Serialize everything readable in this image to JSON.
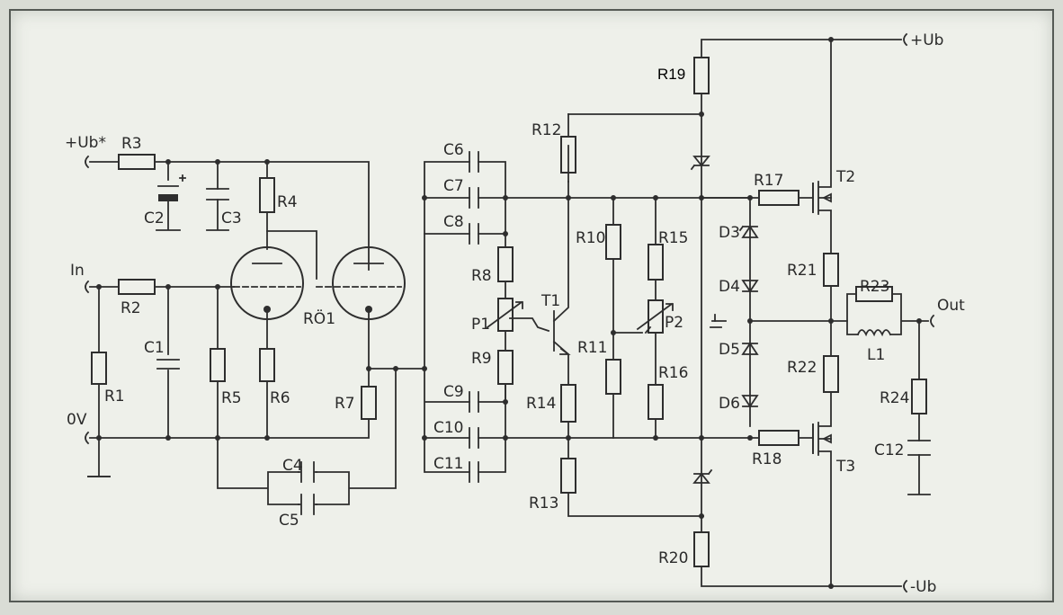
{
  "colors": {
    "line": "#2e2e2e",
    "paper": "#eef0ea",
    "frame": "#555a55"
  },
  "terminals": {
    "in": "In",
    "ov": "0V",
    "ubs": "+Ub*",
    "ubp": "+Ub",
    "ubn": "-Ub",
    "out": "Out"
  },
  "labels": {
    "r1": "R1",
    "r2": "R2",
    "r3": "R3",
    "r4": "R4",
    "r5": "R5",
    "r6": "R6",
    "r7": "R7",
    "r8": "R8",
    "r9": "R9",
    "r10": "R10",
    "r11": "R11",
    "r12": "R12",
    "r13": "R13",
    "r14": "R14",
    "r15": "R15",
    "r16": "R16",
    "r17": "R17",
    "r18": "R18",
    "r19": "R19",
    "r20": "R20",
    "r21": "R21",
    "r22": "R22",
    "r23": "R23",
    "r24": "R24",
    "c1": "C1",
    "c2": "C2",
    "c3": "C3",
    "c4": "C4",
    "c5": "C5",
    "c6": "C6",
    "c7": "C7",
    "c8": "C8",
    "c9": "C9",
    "c10": "C10",
    "c11": "C11",
    "c12": "C12",
    "p1": "P1",
    "p2": "P2",
    "t1": "T1",
    "t2": "T2",
    "t3": "T3",
    "d3": "D3",
    "d4": "D4",
    "d5": "D5",
    "d6": "D6",
    "l1": "L1",
    "ro1": "RÖ1"
  }
}
